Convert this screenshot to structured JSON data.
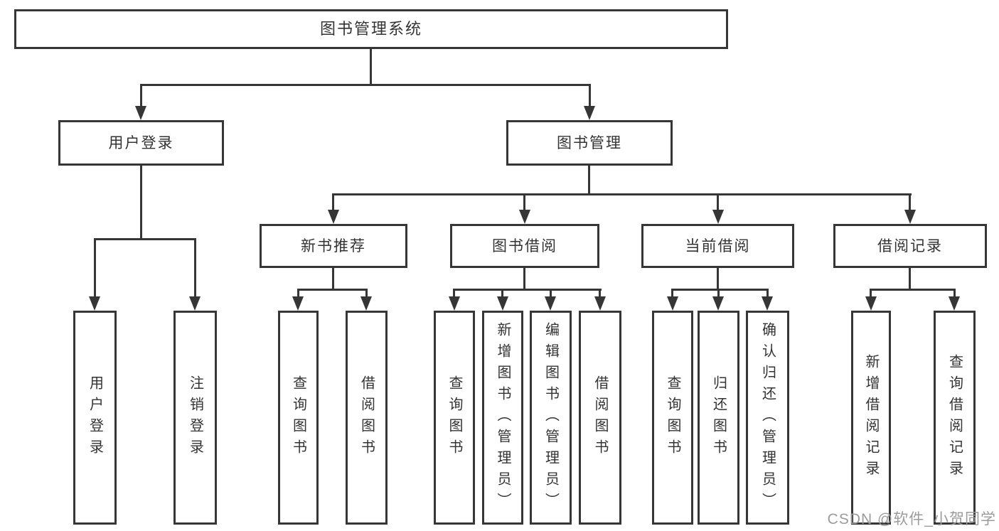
{
  "diagram": {
    "title": "图书管理系统",
    "root": {
      "label": "图书管理系统"
    },
    "branches": [
      {
        "label": "用户登录",
        "leaves": [
          "用户登录",
          "注销登录"
        ]
      },
      {
        "label": "图书管理",
        "sections": [
          {
            "label": "新书推荐",
            "leaves": [
              "查询图书",
              "借阅图书"
            ]
          },
          {
            "label": "图书借阅",
            "leaves": [
              "查询图书",
              "新增图书（管理员）",
              "编辑图书（管理员）",
              "借阅图书"
            ]
          },
          {
            "label": "当前借阅",
            "leaves": [
              "查询图书",
              "归还图书",
              "确认归还（管理员）"
            ]
          },
          {
            "label": "借阅记录",
            "leaves": [
              "新增借阅记录",
              "查询借阅记录"
            ]
          }
        ]
      }
    ]
  },
  "watermark": {
    "text": "CSDN @软件_小贺同学"
  },
  "colors": {
    "line": "#363636",
    "text": "#333333",
    "watermark": "#9b9b9b",
    "background": "#ffffff"
  }
}
